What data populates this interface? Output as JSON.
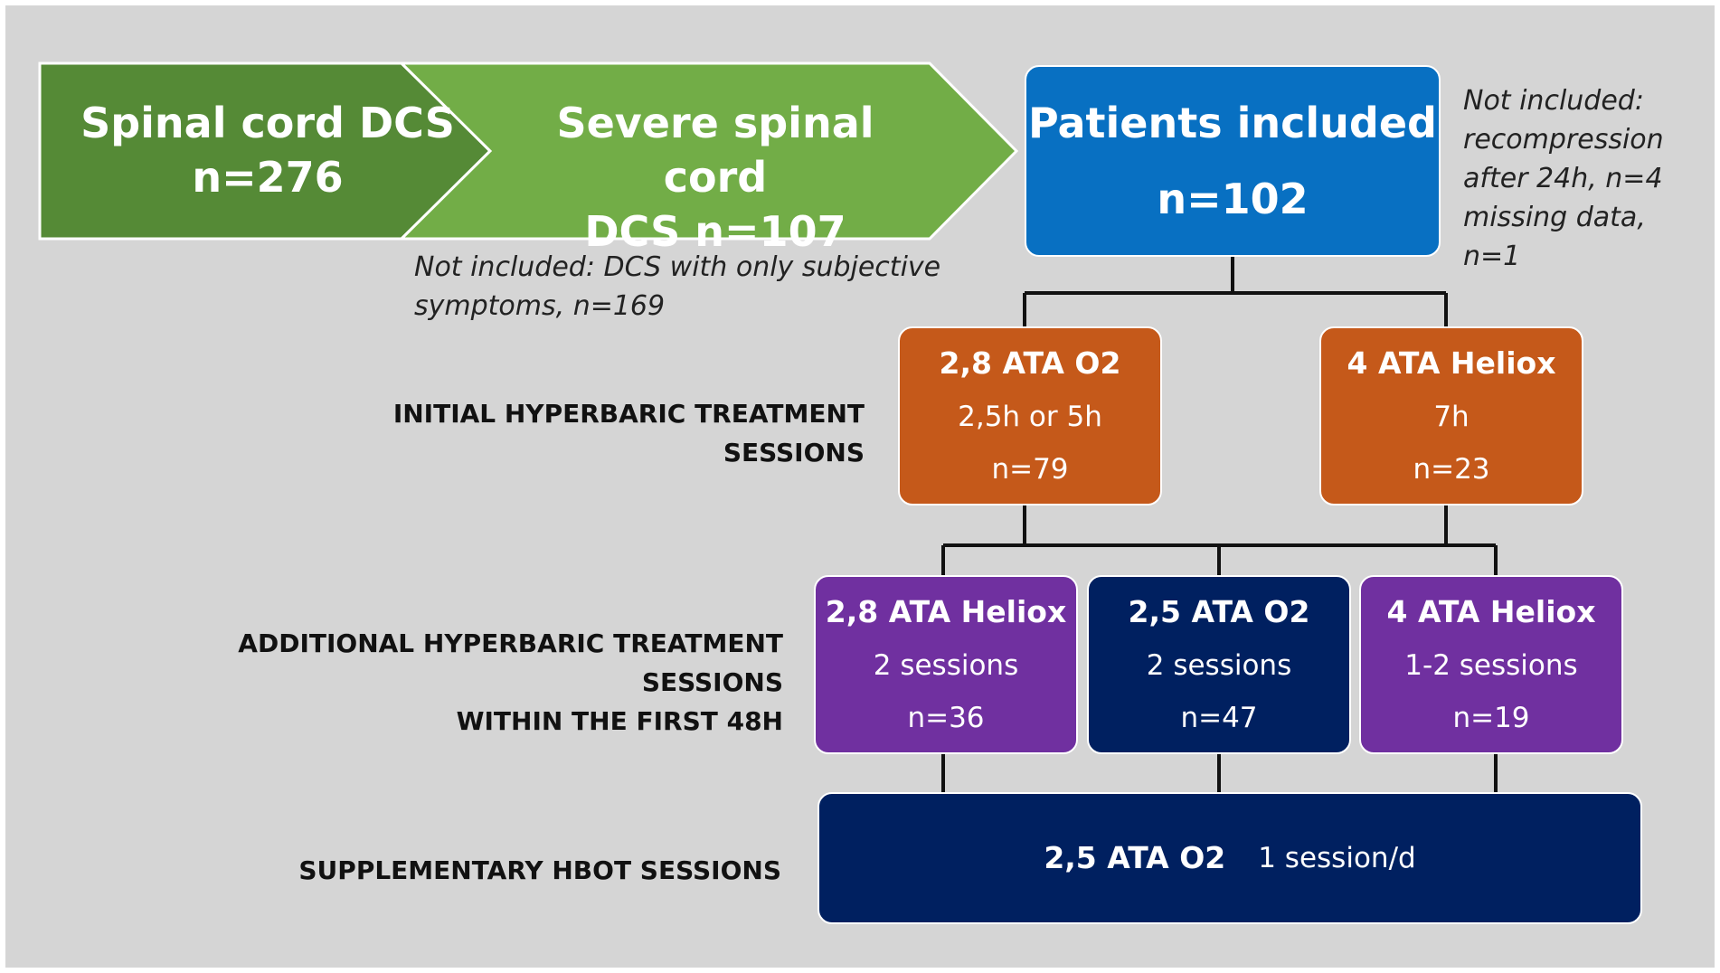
{
  "colors": {
    "arrow1": "#558a36",
    "arrow2": "#72ad47",
    "included": "#0870c2",
    "initial": "#c5591a",
    "additional_purple": "#7030a0",
    "additional_navy": "#002060",
    "supplementary": "#002060"
  },
  "arrows": [
    {
      "line1": "Spinal cord DCS",
      "line2": "n=276"
    },
    {
      "line1": "Severe spinal cord",
      "line2": "DCS n=107"
    }
  ],
  "included": {
    "title": "Patients included",
    "n": "n=102"
  },
  "notes": {
    "not_included_right": [
      "Not included:",
      "recompression",
      "after 24h, n=4",
      "missing data, n=1"
    ],
    "not_included_bottom": [
      "Not included: DCS with only subjective",
      "symptoms, n=169"
    ]
  },
  "stages": {
    "initial": "INITIAL HYPERBARIC TREATMENT SESSIONS",
    "additional": [
      "ADDITIONAL HYPERBARIC TREATMENT SESSIONS",
      "WITHIN THE FIRST 48H"
    ],
    "supplementary": "SUPPLEMENTARY HBOT SESSIONS"
  },
  "initial_boxes": [
    {
      "title": "2,8 ATA O2",
      "duration": "2,5h or 5h",
      "n": "n=79"
    },
    {
      "title": "4 ATA Heliox",
      "duration": "7h",
      "n": "n=23"
    }
  ],
  "additional_boxes": [
    {
      "title": "2,8 ATA Heliox",
      "sessions": "2 sessions",
      "n": "n=36"
    },
    {
      "title": "2,5 ATA O2",
      "sessions": "2 sessions",
      "n": "n=47"
    },
    {
      "title": "4 ATA Heliox",
      "sessions": "1-2 sessions",
      "n": "n=19"
    }
  ],
  "supplementary_box": {
    "title": "2,5 ATA O2",
    "frequency": "1 session/d"
  }
}
